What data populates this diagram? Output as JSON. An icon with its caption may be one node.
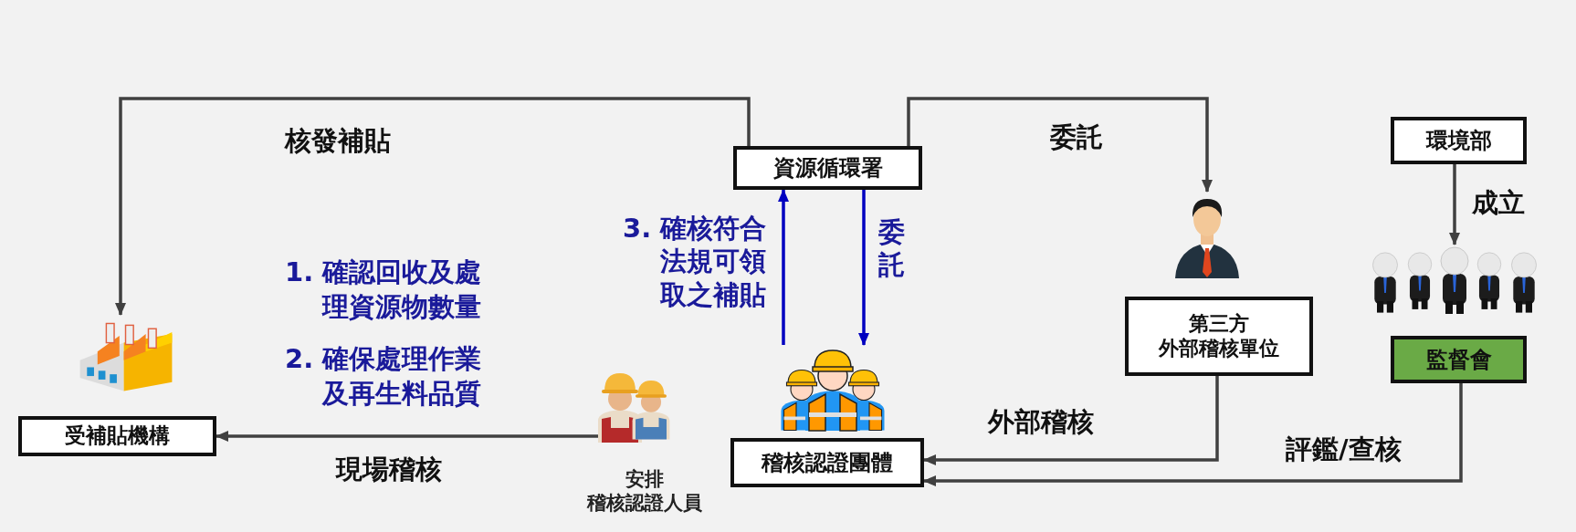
{
  "diagram": {
    "nodes": [
      {
        "text": [
          "資源循環署"
        ]
      },
      {
        "text": [],
        "shape": "picture"
      },
      {
        "text": [
          "受補貼機構"
        ]
      },
      {
        "text": [],
        "shape": "picture"
      },
      {
        "text": [
          "第三方",
          "外部稽核單位"
        ]
      },
      {
        "text": [
          "環境部"
        ]
      },
      {
        "text": [],
        "shape": "picture"
      },
      {
        "text": [
          "監督會"
        ]
      },
      {
        "text": [],
        "shape": "picture"
      },
      {
        "text": [
          "稽核認證團體"
        ]
      },
      {
        "text": [],
        "shape": "picture",
        "beside": [
          "安排",
          "稽核認證人員"
        ]
      }
    ],
    "edges": [
      {
        "from": 0,
        "to": 1,
        "arrow": "to",
        "label": "核發補貼"
      },
      {
        "from": 0,
        "to": 3,
        "arrow": "to",
        "label": "委託"
      },
      {
        "from": 5,
        "to": 6,
        "arrow": "to",
        "label": "成立"
      },
      {
        "from": 0,
        "to": 8,
        "arrow": "to",
        "label": "委託",
        "color": "#0000c0"
      },
      {
        "from": 8,
        "to": 0,
        "arrow": "to",
        "label": "3. 確核符合法規可領取之補貼",
        "color": "#0000c0"
      },
      {
        "from": 4,
        "to": 9,
        "arrow": "to",
        "label": "外部稽核"
      },
      {
        "from": 7,
        "to": 9,
        "arrow": "to",
        "label": "評鑑/查核"
      },
      {
        "from": 10,
        "to": 2,
        "arrow": "to",
        "label": "現場稽核"
      }
    ],
    "labels": [
      "1. 確認回收及處理資源物數量",
      "2. 確保處理作業及再生料品質"
    ]
  }
}
